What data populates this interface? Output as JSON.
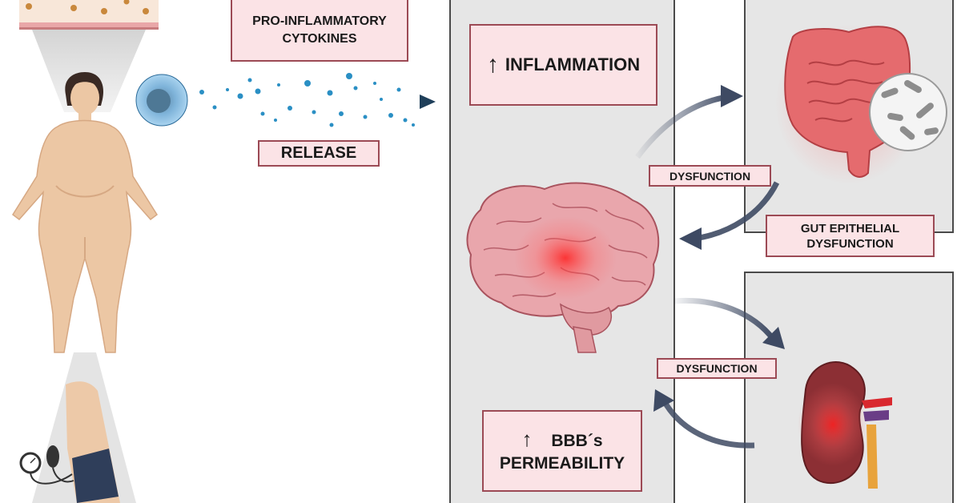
{
  "labels": {
    "cytokines_line1": "PRO-INFLAMMATORY",
    "cytokines_line2": "CYTOKINES",
    "release": "RELEASE",
    "inflammation": "INFLAMMATION",
    "inflammation_arrow": "↑",
    "dysfunction_upper": "DYSFUNCTION",
    "gut_line1": "GUT EPITHELIAL",
    "gut_line2": "DYSFUNCTION",
    "dysfunction_lower": "DYSFUNCTION",
    "bbb_arrow": "↑",
    "bbb_line1": "BBB´s",
    "bbb_line2": "PERMEABILITY"
  },
  "icons": [
    "adipose-tissue-icon",
    "woman-with-obesity-icon",
    "blood-pressure-icon",
    "immune-cell-icon",
    "cytokine-particles-icon",
    "brain-icon",
    "intestine-icon",
    "bacteria-icon",
    "kidney-icon"
  ],
  "colors": {
    "label_fill": "#fbe3e6",
    "label_border": "#9c4a55",
    "panel_fill": "#e6e6e6",
    "arrow": "#3e4a63",
    "cytokine_dot": "#2a8fc4",
    "inflammation_glow": "#ff2a2a"
  }
}
